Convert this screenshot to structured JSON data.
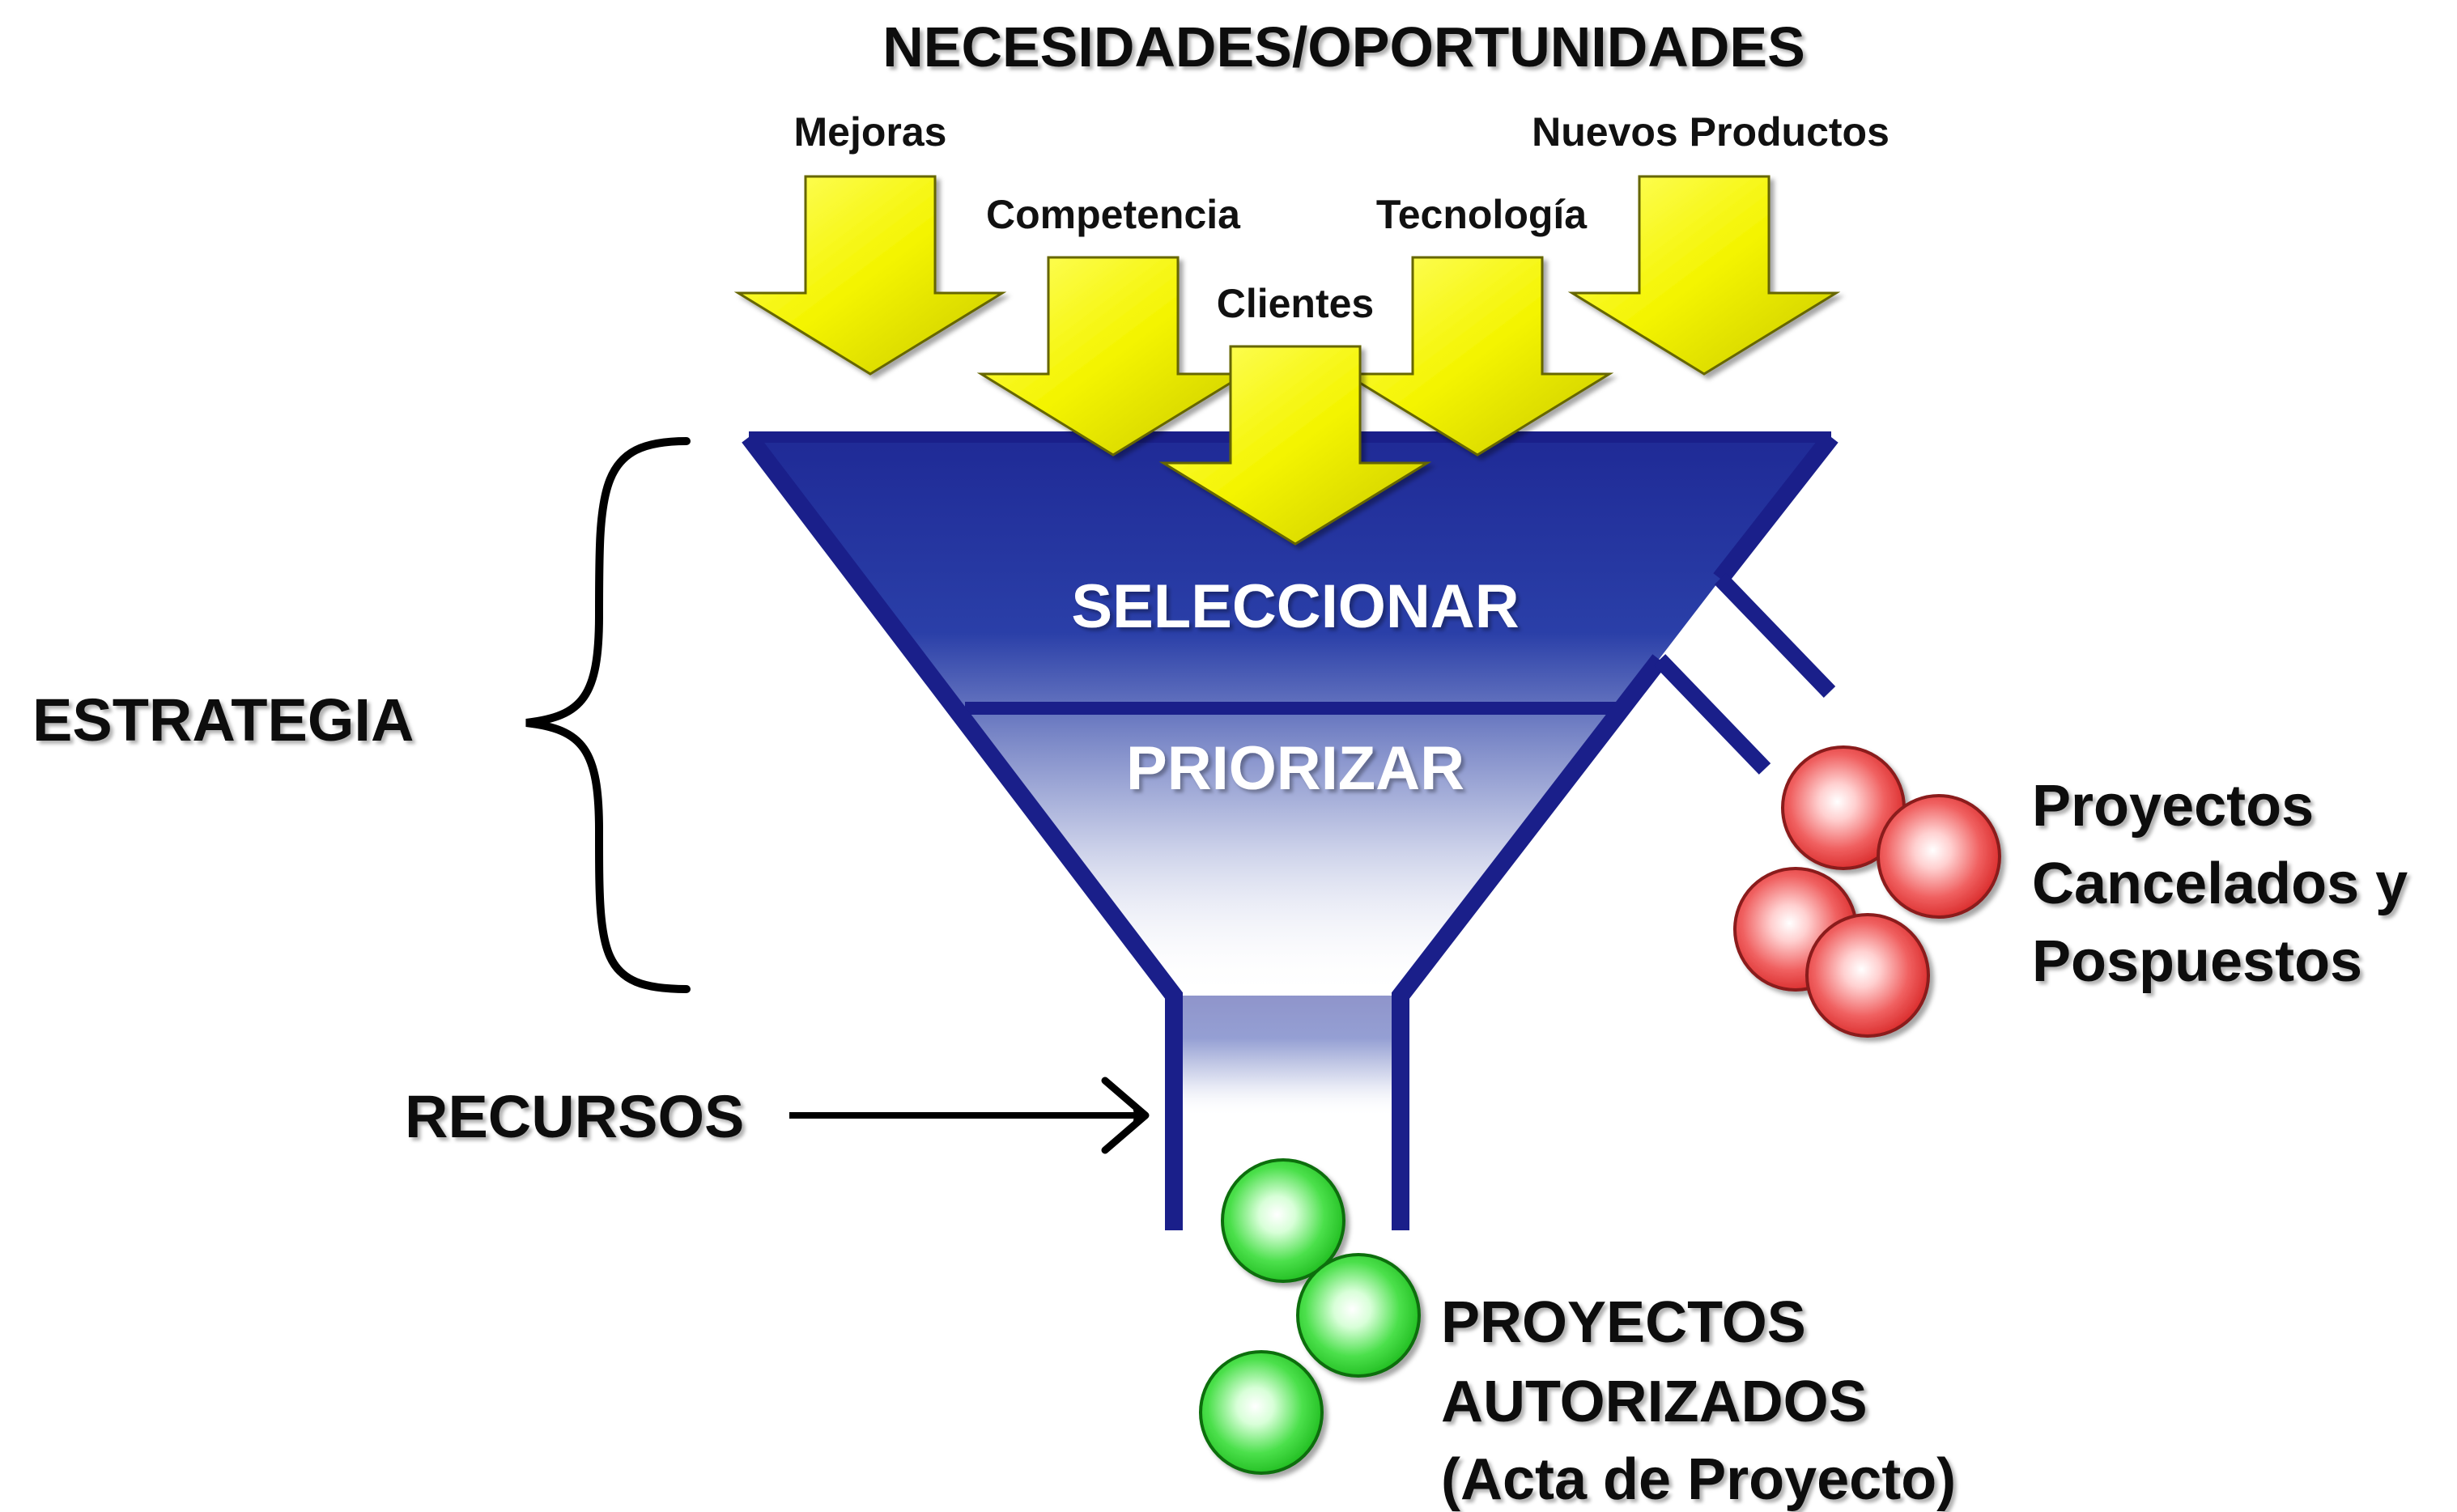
{
  "title": "NECESIDADES/OPORTUNIDADES",
  "inputs": [
    {
      "label": "Mejoras"
    },
    {
      "label": "Competencia"
    },
    {
      "label": "Clientes"
    },
    {
      "label": "Tecnología"
    },
    {
      "label": "Nuevos Productos"
    }
  ],
  "funnel": {
    "stage1": "SELECCIONAR",
    "stage2": "PRIORIZAR"
  },
  "left": {
    "strategy": "ESTRATEGIA",
    "resources": "RECURSOS"
  },
  "rejected": {
    "line1": "Proyectos",
    "line2": "Cancelados y",
    "line3": "Pospuestos"
  },
  "approved": {
    "line1": "PROYECTOS",
    "line2": "AUTORIZADOS",
    "line3": "(Acta de Proyecto)"
  },
  "colors": {
    "funnel_blue": "#1a1f8a",
    "arrow_yellow": "#f4f400",
    "ball_red": "#e63a3a",
    "ball_green": "#2fd12f"
  }
}
